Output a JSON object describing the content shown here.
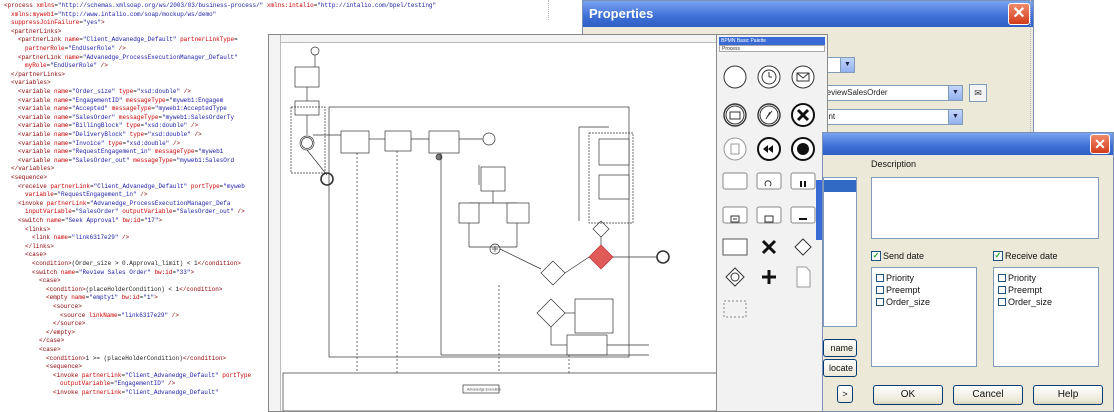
{
  "xml_lines": [
    {
      "indent": 0,
      "parts": [
        [
          "tag",
          "<process"
        ],
        [
          "attr",
          " xmlns"
        ],
        [
          "plain",
          "="
        ],
        [
          "val",
          "\"http://schemas.xmlsoap.org/ws/2003/03/business-process/\""
        ],
        [
          "attr",
          " xmlns:intalio"
        ],
        [
          "plain",
          "="
        ],
        [
          "val",
          "\"http://intalio.com/bpel/testing\""
        ]
      ]
    },
    {
      "indent": 1,
      "parts": [
        [
          "attr",
          "xmlns:myweb1"
        ],
        [
          "plain",
          "="
        ],
        [
          "val",
          "\"http://www.intalio.com/soap/mockup/ws/demo\""
        ]
      ]
    },
    {
      "indent": 1,
      "parts": [
        [
          "attr",
          "suppressJoinFailure"
        ],
        [
          "plain",
          "="
        ],
        [
          "val",
          "\"yes\""
        ],
        [
          "tag",
          ">"
        ]
      ]
    },
    {
      "indent": 1,
      "parts": [
        [
          "tag",
          "<partnerLinks>"
        ]
      ]
    },
    {
      "indent": 2,
      "parts": [
        [
          "tag",
          "<partnerLink"
        ],
        [
          "attr",
          " name"
        ],
        [
          "plain",
          "="
        ],
        [
          "val",
          "\"Client_Advanedge_Default\""
        ],
        [
          "attr",
          " partnerLinkType"
        ],
        [
          "plain",
          "="
        ]
      ]
    },
    {
      "indent": 3,
      "parts": [
        [
          "attr",
          "partnerRole"
        ],
        [
          "plain",
          "="
        ],
        [
          "val",
          "\"EndUserRole\""
        ],
        [
          "tag",
          " />"
        ]
      ]
    },
    {
      "indent": 2,
      "parts": [
        [
          "tag",
          "<partnerLink"
        ],
        [
          "attr",
          " name"
        ],
        [
          "plain",
          "="
        ],
        [
          "val",
          "\"Advanedge_ProcessExecutionManager_Default\""
        ]
      ]
    },
    {
      "indent": 3,
      "parts": [
        [
          "attr",
          "myRole"
        ],
        [
          "plain",
          "="
        ],
        [
          "val",
          "\"EndUserRole\""
        ],
        [
          "tag",
          " />"
        ]
      ]
    },
    {
      "indent": 1,
      "parts": [
        [
          "tag",
          "</partnerLinks>"
        ]
      ]
    },
    {
      "indent": 1,
      "parts": [
        [
          "tag",
          "<variables>"
        ]
      ]
    },
    {
      "indent": 2,
      "parts": [
        [
          "tag",
          "<variable"
        ],
        [
          "attr",
          " name"
        ],
        [
          "plain",
          "="
        ],
        [
          "val",
          "\"Order_size\""
        ],
        [
          "attr",
          " type"
        ],
        [
          "plain",
          "="
        ],
        [
          "val",
          "\"xsd:double\""
        ],
        [
          "tag",
          " />"
        ]
      ]
    },
    {
      "indent": 2,
      "parts": [
        [
          "tag",
          "<variable"
        ],
        [
          "attr",
          " name"
        ],
        [
          "plain",
          "="
        ],
        [
          "val",
          "\"EngagementID\""
        ],
        [
          "attr",
          " messageType"
        ],
        [
          "plain",
          "="
        ],
        [
          "val",
          "\"myweb1:Engagem"
        ]
      ]
    },
    {
      "indent": 2,
      "parts": [
        [
          "tag",
          "<variable"
        ],
        [
          "attr",
          " name"
        ],
        [
          "plain",
          "="
        ],
        [
          "val",
          "\"Accepted\""
        ],
        [
          "attr",
          " messageType"
        ],
        [
          "plain",
          "="
        ],
        [
          "val",
          "\"myweb1:AcceptedType"
        ]
      ]
    },
    {
      "indent": 2,
      "parts": [
        [
          "tag",
          "<variable"
        ],
        [
          "attr",
          " name"
        ],
        [
          "plain",
          "="
        ],
        [
          "val",
          "\"SalesOrder\""
        ],
        [
          "attr",
          " messageType"
        ],
        [
          "plain",
          "="
        ],
        [
          "val",
          "\"myweb1:SalesOrderTy"
        ]
      ]
    },
    {
      "indent": 2,
      "parts": [
        [
          "tag",
          "<variable"
        ],
        [
          "attr",
          " name"
        ],
        [
          "plain",
          "="
        ],
        [
          "val",
          "\"BillingBlock\""
        ],
        [
          "attr",
          " type"
        ],
        [
          "plain",
          "="
        ],
        [
          "val",
          "\"xsd:double\""
        ],
        [
          "tag",
          " />"
        ]
      ]
    },
    {
      "indent": 2,
      "parts": [
        [
          "tag",
          "<variable"
        ],
        [
          "attr",
          " name"
        ],
        [
          "plain",
          "="
        ],
        [
          "val",
          "\"DeliveryBlock\""
        ],
        [
          "attr",
          " type"
        ],
        [
          "plain",
          "="
        ],
        [
          "val",
          "\"xsd:double\""
        ],
        [
          "tag",
          " />"
        ]
      ]
    },
    {
      "indent": 2,
      "parts": [
        [
          "tag",
          "<variable"
        ],
        [
          "attr",
          " name"
        ],
        [
          "plain",
          "="
        ],
        [
          "val",
          "\"Invoice\""
        ],
        [
          "attr",
          " type"
        ],
        [
          "plain",
          "="
        ],
        [
          "val",
          "\"xsd:double\""
        ],
        [
          "tag",
          " />"
        ]
      ]
    },
    {
      "indent": 2,
      "parts": [
        [
          "tag",
          "<variable"
        ],
        [
          "attr",
          " name"
        ],
        [
          "plain",
          "="
        ],
        [
          "val",
          "\"RequestEngagement_in\""
        ],
        [
          "attr",
          " messageType"
        ],
        [
          "plain",
          "="
        ],
        [
          "val",
          "\"myweb1"
        ]
      ]
    },
    {
      "indent": 2,
      "parts": [
        [
          "tag",
          "<variable"
        ],
        [
          "attr",
          " name"
        ],
        [
          "plain",
          "="
        ],
        [
          "val",
          "\"SalesOrder_out\""
        ],
        [
          "attr",
          " messageType"
        ],
        [
          "plain",
          "="
        ],
        [
          "val",
          "\"myweb1:SalesOrd"
        ]
      ]
    },
    {
      "indent": 1,
      "parts": [
        [
          "tag",
          "</variables>"
        ]
      ]
    },
    {
      "indent": 1,
      "parts": [
        [
          "tag",
          "<sequence>"
        ]
      ]
    },
    {
      "indent": 2,
      "parts": [
        [
          "tag",
          "<receive"
        ],
        [
          "attr",
          " partnerLink"
        ],
        [
          "plain",
          "="
        ],
        [
          "val",
          "\"Client_Advanedge_Default\""
        ],
        [
          "attr",
          " portType"
        ],
        [
          "plain",
          "="
        ],
        [
          "val",
          "\"myweb"
        ]
      ]
    },
    {
      "indent": 3,
      "parts": [
        [
          "attr",
          "variable"
        ],
        [
          "plain",
          "="
        ],
        [
          "val",
          "\"RequestEngagement_in\""
        ],
        [
          "tag",
          " />"
        ]
      ]
    },
    {
      "indent": 2,
      "parts": [
        [
          "tag",
          "<invoke"
        ],
        [
          "attr",
          " partnerLink"
        ],
        [
          "plain",
          "="
        ],
        [
          "val",
          "\"Advanedge_ProcessExecutionManager_Defa"
        ]
      ]
    },
    {
      "indent": 3,
      "parts": [
        [
          "attr",
          "inputVariable"
        ],
        [
          "plain",
          "="
        ],
        [
          "val",
          "\"SalesOrder\""
        ],
        [
          "attr",
          " outputVariable"
        ],
        [
          "plain",
          "="
        ],
        [
          "val",
          "\"SalesOrder_out\""
        ],
        [
          "tag",
          " />"
        ]
      ]
    },
    {
      "indent": 2,
      "parts": [
        [
          "tag",
          "<switch"
        ],
        [
          "attr",
          " name"
        ],
        [
          "plain",
          "="
        ],
        [
          "val",
          "\"Seek Approval\""
        ],
        [
          "attr",
          " bw:id"
        ],
        [
          "plain",
          "="
        ],
        [
          "val",
          "\"17\""
        ],
        [
          "tag",
          ">"
        ]
      ]
    },
    {
      "indent": 3,
      "parts": [
        [
          "tag",
          "<links>"
        ]
      ]
    },
    {
      "indent": 4,
      "parts": [
        [
          "tag",
          "<link"
        ],
        [
          "attr",
          " name"
        ],
        [
          "plain",
          "="
        ],
        [
          "val",
          "\"link6317e29\""
        ],
        [
          "tag",
          " />"
        ]
      ]
    },
    {
      "indent": 3,
      "parts": [
        [
          "tag",
          "</links>"
        ]
      ]
    },
    {
      "indent": 3,
      "parts": [
        [
          "tag",
          "<case>"
        ]
      ]
    },
    {
      "indent": 4,
      "parts": [
        [
          "tag",
          "<condition>"
        ],
        [
          "plain",
          "(Order_size > 0.Approval_limit) < 1"
        ],
        [
          "tag",
          "</condition>"
        ]
      ]
    },
    {
      "indent": 4,
      "parts": [
        [
          "tag",
          "<switch"
        ],
        [
          "attr",
          " name"
        ],
        [
          "plain",
          "="
        ],
        [
          "val",
          "\"Review Sales Order\""
        ],
        [
          "attr",
          " bw:id"
        ],
        [
          "plain",
          "="
        ],
        [
          "val",
          "\"33\""
        ],
        [
          "tag",
          ">"
        ]
      ]
    },
    {
      "indent": 5,
      "parts": [
        [
          "tag",
          "<case>"
        ]
      ]
    },
    {
      "indent": 6,
      "parts": [
        [
          "tag",
          "<condition>"
        ],
        [
          "plain",
          "(placeHolderCondition) < 1"
        ],
        [
          "tag",
          "</condition>"
        ]
      ]
    },
    {
      "indent": 6,
      "parts": [
        [
          "tag",
          "<empty"
        ],
        [
          "attr",
          " name"
        ],
        [
          "plain",
          "="
        ],
        [
          "val",
          "\"empty1\""
        ],
        [
          "attr",
          " bw:id"
        ],
        [
          "plain",
          "="
        ],
        [
          "val",
          "\"1\""
        ],
        [
          "tag",
          ">"
        ]
      ]
    },
    {
      "indent": 7,
      "parts": [
        [
          "tag",
          "<source>"
        ]
      ]
    },
    {
      "indent": 8,
      "parts": [
        [
          "tag",
          "<source"
        ],
        [
          "attr",
          " linkName"
        ],
        [
          "plain",
          "="
        ],
        [
          "val",
          "\"link6317e29\""
        ],
        [
          "tag",
          " />"
        ]
      ]
    },
    {
      "indent": 7,
      "parts": [
        [
          "tag",
          "</source>"
        ]
      ]
    },
    {
      "indent": 6,
      "parts": [
        [
          "tag",
          "</empty>"
        ]
      ]
    },
    {
      "indent": 5,
      "parts": [
        [
          "tag",
          "</case>"
        ]
      ]
    },
    {
      "indent": 5,
      "parts": [
        [
          "tag",
          "<case>"
        ]
      ]
    },
    {
      "indent": 6,
      "parts": [
        [
          "tag",
          "<condition>"
        ],
        [
          "plain",
          "1 >= (placeHolderCondition)"
        ],
        [
          "tag",
          "</condition>"
        ]
      ]
    },
    {
      "indent": 6,
      "parts": [
        [
          "tag",
          "<sequence>"
        ]
      ]
    },
    {
      "indent": 7,
      "parts": [
        [
          "tag",
          "<invoke"
        ],
        [
          "attr",
          " partnerLink"
        ],
        [
          "plain",
          "="
        ],
        [
          "val",
          "\"Client_Advanedge_Default\""
        ],
        [
          "attr",
          " portType"
        ]
      ]
    },
    {
      "indent": 8,
      "parts": [
        [
          "attr",
          "outputVariable"
        ],
        [
          "plain",
          "="
        ],
        [
          "val",
          "\"EngagementID\""
        ],
        [
          "tag",
          " />"
        ]
      ]
    },
    {
      "indent": 7,
      "parts": [
        [
          "tag",
          "<invoke"
        ],
        [
          "attr",
          " partnerLink"
        ],
        [
          "plain",
          "="
        ],
        [
          "val",
          "\"Client_Advanedge_Default\""
        ]
      ]
    }
  ],
  "properties_window": {
    "title": "Properties",
    "combo1_value": "",
    "combo2_value": "reviewSalesOrder",
    "combo3_value": "ent"
  },
  "palette": {
    "header": "BPMN Basic Palette",
    "sub": "Process"
  },
  "diagram": {
    "bottom_label": "Advanedge Execution"
  },
  "message_dialog": {
    "description_label": "Description",
    "send_date_label": "Send date",
    "receive_date_label": "Receive date",
    "send_items": [
      "Priority",
      "Preempt",
      "Order_size"
    ],
    "receive_items": [
      "Priority",
      "Preempt",
      "Order_size"
    ],
    "ok_label": "OK",
    "cancel_label": "Cancel",
    "help_label": "Help",
    "rename_partial": "name",
    "locate_partial": "locate",
    "arrow_label": ">"
  },
  "colors": {
    "title_blue": "#3d6fd6",
    "close_red": "#d23c1c",
    "gateway_red": "#e05a5a"
  }
}
